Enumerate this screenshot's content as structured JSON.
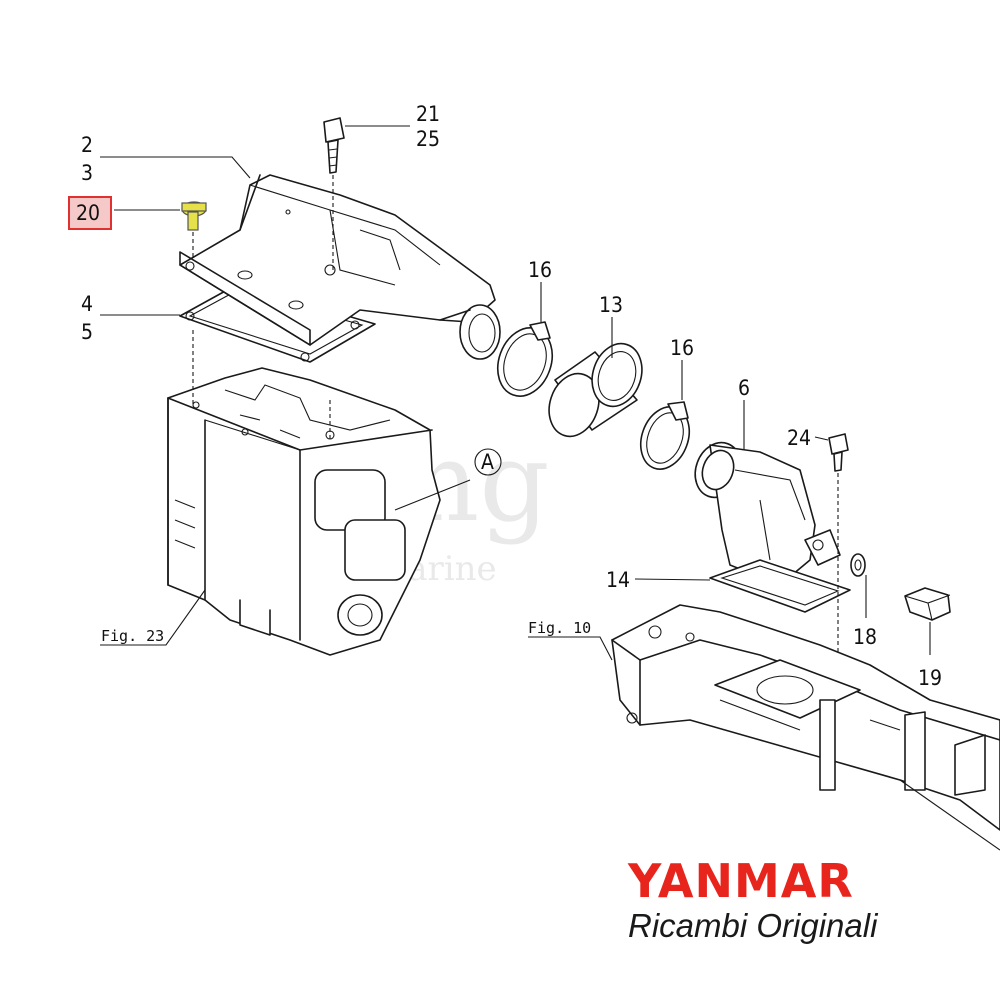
{
  "callouts": {
    "c2": "2",
    "c3": "3",
    "c20": "20",
    "c4": "4",
    "c5": "5",
    "c21": "21",
    "c25": "25",
    "c16a": "16",
    "c13": "13",
    "c16b": "16",
    "c6": "6",
    "c24": "24",
    "c14": "14",
    "c18": "18",
    "c19": "19",
    "cA": "A"
  },
  "figure_refs": {
    "fig23": "Fig. 23",
    "fig10": "Fig. 10"
  },
  "watermark": {
    "line1": "mg",
    "line2": "marine"
  },
  "brand": {
    "name": "YANMAR",
    "subtitle": "Ricambi Originali"
  },
  "colors": {
    "highlight_fill": "#f6c9c9",
    "highlight_border": "#e03030",
    "brand_red": "#e8251d",
    "part20_yellow": "#e6e04a"
  }
}
